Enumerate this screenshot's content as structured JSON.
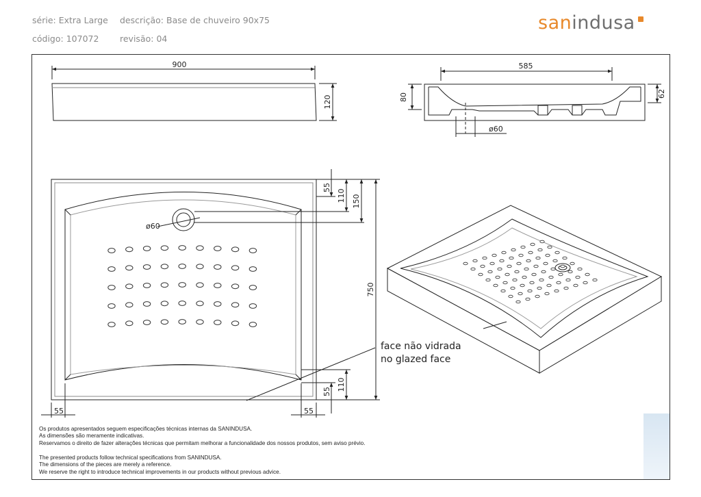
{
  "header": {
    "serie_label": "série:",
    "serie_value": "Extra Large",
    "descricao_label": "descrição:",
    "descricao_value": "Base de chuveiro 90x75",
    "codigo_label": "código:",
    "codigo_value": "107072",
    "revisao_label": "revisão:",
    "revisao_value": "04"
  },
  "logo": {
    "san": "san",
    "indusa": "indusa"
  },
  "dimensions": {
    "top_width": "900",
    "top_height": "120",
    "side_width": "585",
    "side_h80": "80",
    "side_h62": "62",
    "side_drain": "ø60",
    "plan_55_top": "55",
    "plan_110_top": "110",
    "plan_150": "150",
    "plan_750": "750",
    "plan_drain": "ø60",
    "plan_110_bottom": "110",
    "plan_55_bottom": "55",
    "plan_55_left": "55",
    "plan_55_right": "55"
  },
  "face_label": {
    "line1": "face não vidrada",
    "line2": "no glazed face"
  },
  "notes": {
    "pt": [
      "Os produtos apresentados seguem especificações técnicas internas da SANINDUSA.",
      "As dimensões são meramente indicativas.",
      "Reservamos o direito de fazer alterações técnicas que permitam melhorar a funcionalidade dos nossos produtos, sem aviso prévio."
    ],
    "en": [
      "The presented products follow technical specifications from SANINDUSA.",
      "The dimensions of the pieces are merely a reference.",
      "We reserve the right to introduce technical improvements in our products without previous advice."
    ]
  },
  "colors": {
    "brand_orange": "#e8892b",
    "brand_grey": "#6e6e6e",
    "line": "#222222"
  },
  "drain_holes": {
    "rows": 5,
    "cols": 9
  },
  "iso_holes": {
    "rows": 8,
    "cols": 9
  }
}
